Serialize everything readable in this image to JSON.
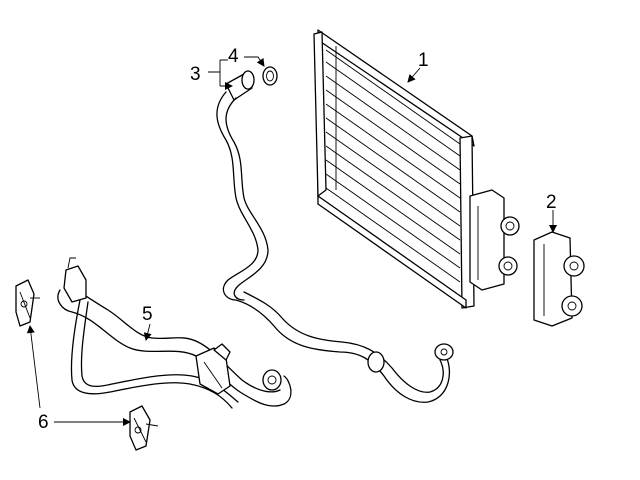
{
  "callouts": {
    "c1": "1",
    "c2": "2",
    "c3": "3",
    "c4": "4",
    "c5": "5",
    "c6": "6"
  },
  "parts": {
    "oil_cooler": "oil-cooler-icon",
    "adapter": "adapter-fitting-icon",
    "upper_line": "upper-oil-line-icon",
    "seal": "seal-ring-icon",
    "lower_lines": "lower-oil-lines-icon",
    "brackets": "bracket-clip-icon"
  },
  "colors": {
    "line": "#000000",
    "background": "#ffffff"
  }
}
